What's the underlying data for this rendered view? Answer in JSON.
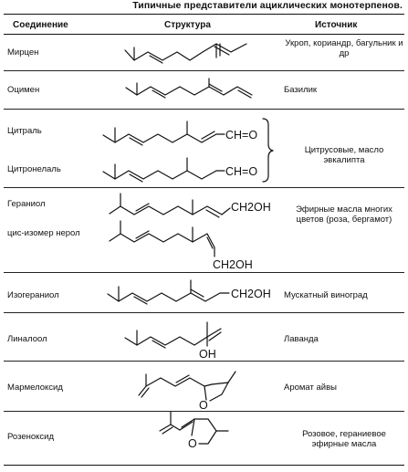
{
  "title": "Типичные представители ациклических монотерпенов.",
  "headers": {
    "compound": "Соединение",
    "structure": "Структура",
    "source": "Источник"
  },
  "rows": [
    {
      "name": "Мирцен",
      "source": "Укроп, кориандр, багульник и др"
    },
    {
      "name": "Оцимен",
      "source": "Базилик"
    },
    {
      "name": "Цитраль",
      "label": "CH=O"
    },
    {
      "name": "Цитронелаль",
      "label": "CH=O"
    },
    {
      "name": "Гераниол",
      "label": "CH2OH"
    },
    {
      "name": "цис-изомер нерол",
      "label": "CH2OH"
    },
    {
      "name": "Изогераниол",
      "label": "CH2OH",
      "source": "Мускатный виноград"
    },
    {
      "name": "Линалоол",
      "label": "OH",
      "source": "Лаванда"
    },
    {
      "name": "Мармелоксид",
      "label": "O",
      "source": "Аромат айвы"
    },
    {
      "name": "Розеноксид",
      "label": "O",
      "source": "Розовое, гераниевое эфирные масла"
    }
  ],
  "group_sources": {
    "citral_citronellal": "Цитрусовые, масло эвкалипта",
    "geraniol_nerol": "Эфирные масла многих цветов (роза, бергамот)"
  }
}
